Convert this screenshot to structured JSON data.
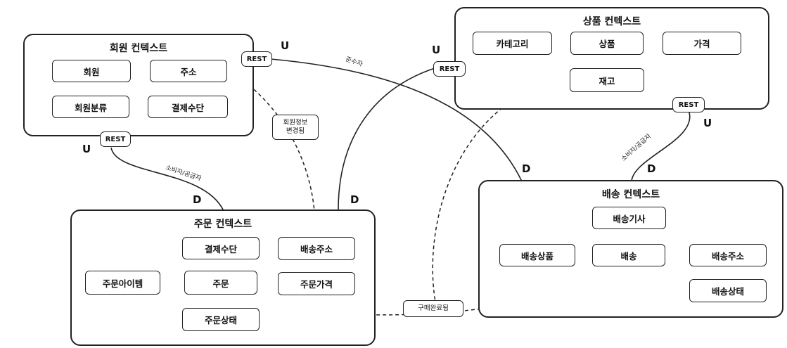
{
  "contexts": {
    "member": {
      "title": "회원 컨텍스트",
      "entities": {
        "member": "회원",
        "address": "주소",
        "member_class": "회원분류",
        "payment_method": "결제수단"
      }
    },
    "product": {
      "title": "상품 컨텍스트",
      "entities": {
        "category": "카테고리",
        "product": "상품",
        "price": "가격",
        "stock": "재고"
      }
    },
    "order": {
      "title": "주문 컨텍스트",
      "entities": {
        "payment_method": "결제수단",
        "delivery_address": "배송주소",
        "order_item": "주문아이템",
        "order": "주문",
        "order_price": "주문가격",
        "order_status": "주문상태"
      }
    },
    "delivery": {
      "title": "배송 컨텍스트",
      "entities": {
        "driver": "배송기사",
        "delivery_product": "배송상품",
        "delivery": "배송",
        "delivery_address": "배송주소",
        "delivery_status": "배송상태"
      }
    }
  },
  "rest_label": "REST",
  "markers": {
    "upstream": "U",
    "downstream": "D"
  },
  "relations": {
    "conformist": "준수자",
    "customer_supplier": "소비자/공급자"
  },
  "events": {
    "member_info_changed": {
      "line1": "회원정보",
      "line2": "변경됨"
    },
    "purchase_completed": "구매완료됨"
  }
}
